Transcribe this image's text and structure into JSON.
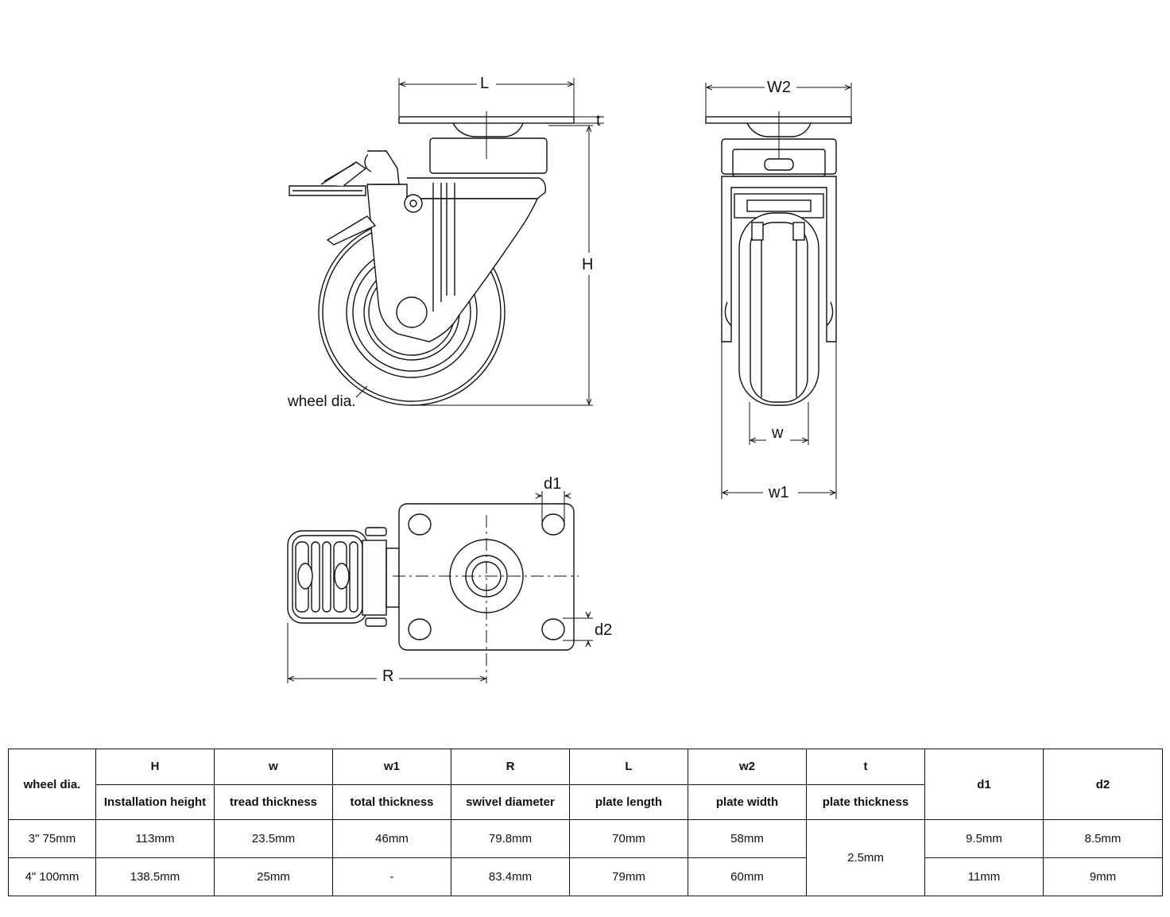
{
  "dimensions": {
    "L": "L",
    "t": "t",
    "H": "H",
    "W2": "W2",
    "w": "w",
    "w1": "w1",
    "d1": "d1",
    "d2": "d2",
    "R": "R",
    "wheel_dia": "wheel dia."
  },
  "table": {
    "corner_header": "wheel dia.",
    "symbols": [
      "H",
      "w",
      "w1",
      "R",
      "L",
      "w2",
      "t",
      "d1",
      "d2"
    ],
    "descriptions": [
      "Installation height",
      "tread thickness",
      "total thickness",
      "swivel diameter",
      "plate length",
      "plate width",
      "plate thickness"
    ],
    "rows": [
      {
        "wheel": "3\" 75mm",
        "H": "113mm",
        "w": "23.5mm",
        "w1": "46mm",
        "R": "79.8mm",
        "L": "70mm",
        "w2": "58mm",
        "d1": "9.5mm",
        "d2": "8.5mm"
      },
      {
        "wheel": "4\" 100mm",
        "H": "138.5mm",
        "w": "25mm",
        "w1": "-",
        "R": "83.4mm",
        "L": "79mm",
        "w2": "60mm",
        "d1": "11mm",
        "d2": "9mm"
      }
    ],
    "t_value": "2.5mm"
  }
}
